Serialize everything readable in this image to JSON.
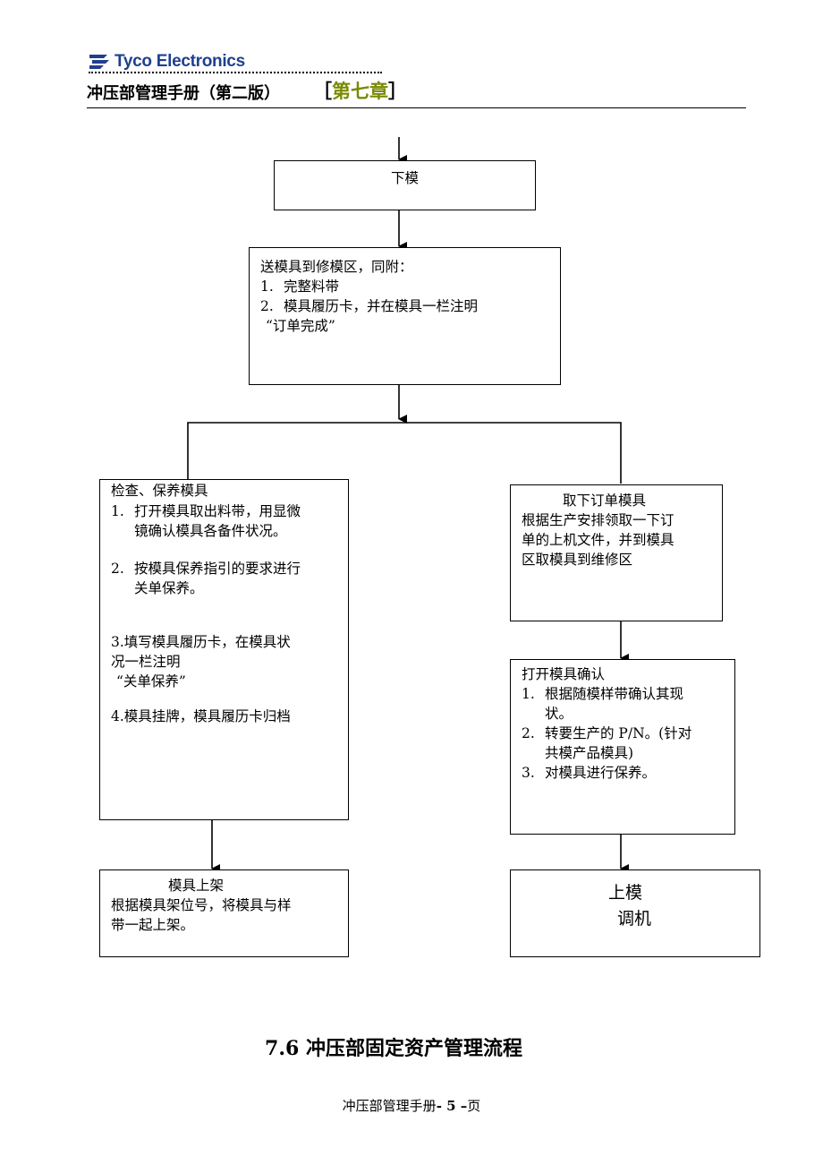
{
  "header": {
    "brand": "Tyco Electronics",
    "manual_title": "冲压部管理手册（第二版）",
    "chapter_open": "［",
    "chapter": "第七章",
    "chapter_close": "］",
    "chapter_color": "#7a8a00",
    "brand_color": "#1f3f8f"
  },
  "flow": {
    "unload": "下模",
    "send": {
      "title": "送模具到修模区，同附：",
      "items": [
        {
          "num": "1.",
          "text": "完整料带"
        },
        {
          "num": "2.",
          "text": "模具履历卡，并在模具一栏注明"
        }
      ],
      "note": "“订单完成”"
    },
    "inspect": {
      "title": "检查、保养模具",
      "items": [
        {
          "num": "1.",
          "line1": "打开模具取出料带，用显微",
          "line2": "镜确认模具各备件状况。"
        },
        {
          "num": "2.",
          "line1": "按模具保养指引的要求进行",
          "line2": "关单保养。"
        }
      ],
      "step3_line1": "3.填写模具履历卡，在模具状",
      "step3_line2": "况一栏注明",
      "step3_note": "“关单保养”",
      "step4": "4.模具挂牌，模具履历卡归档"
    },
    "shelve": {
      "title": "模具上架",
      "line1": "根据模具架位号，将模具与样",
      "line2": "带一起上架。"
    },
    "take": {
      "title": "取下订单模具",
      "line1": "根据生产安排领取一下订",
      "line2": "单的上机文件，并到模具",
      "line3": "区取模具到维修区"
    },
    "confirm": {
      "title": "打开模具确认",
      "items": [
        {
          "num": "1.",
          "line1": "根据随模样带确认其现",
          "line2": "状。"
        },
        {
          "num": "2.",
          "line1": "转要生产的 P/N。(针对",
          "line2": "共模产品模具)"
        },
        {
          "num": "3.",
          "line1": "对模具进行保养。",
          "line2": ""
        }
      ]
    },
    "mount": {
      "line1": "上模",
      "line2": "调机"
    }
  },
  "section_title": "7.6 冲压部固定资产管理流程",
  "footer": {
    "text": "冲压部管理手册",
    "page": "- 5 –",
    "suffix": "页"
  }
}
